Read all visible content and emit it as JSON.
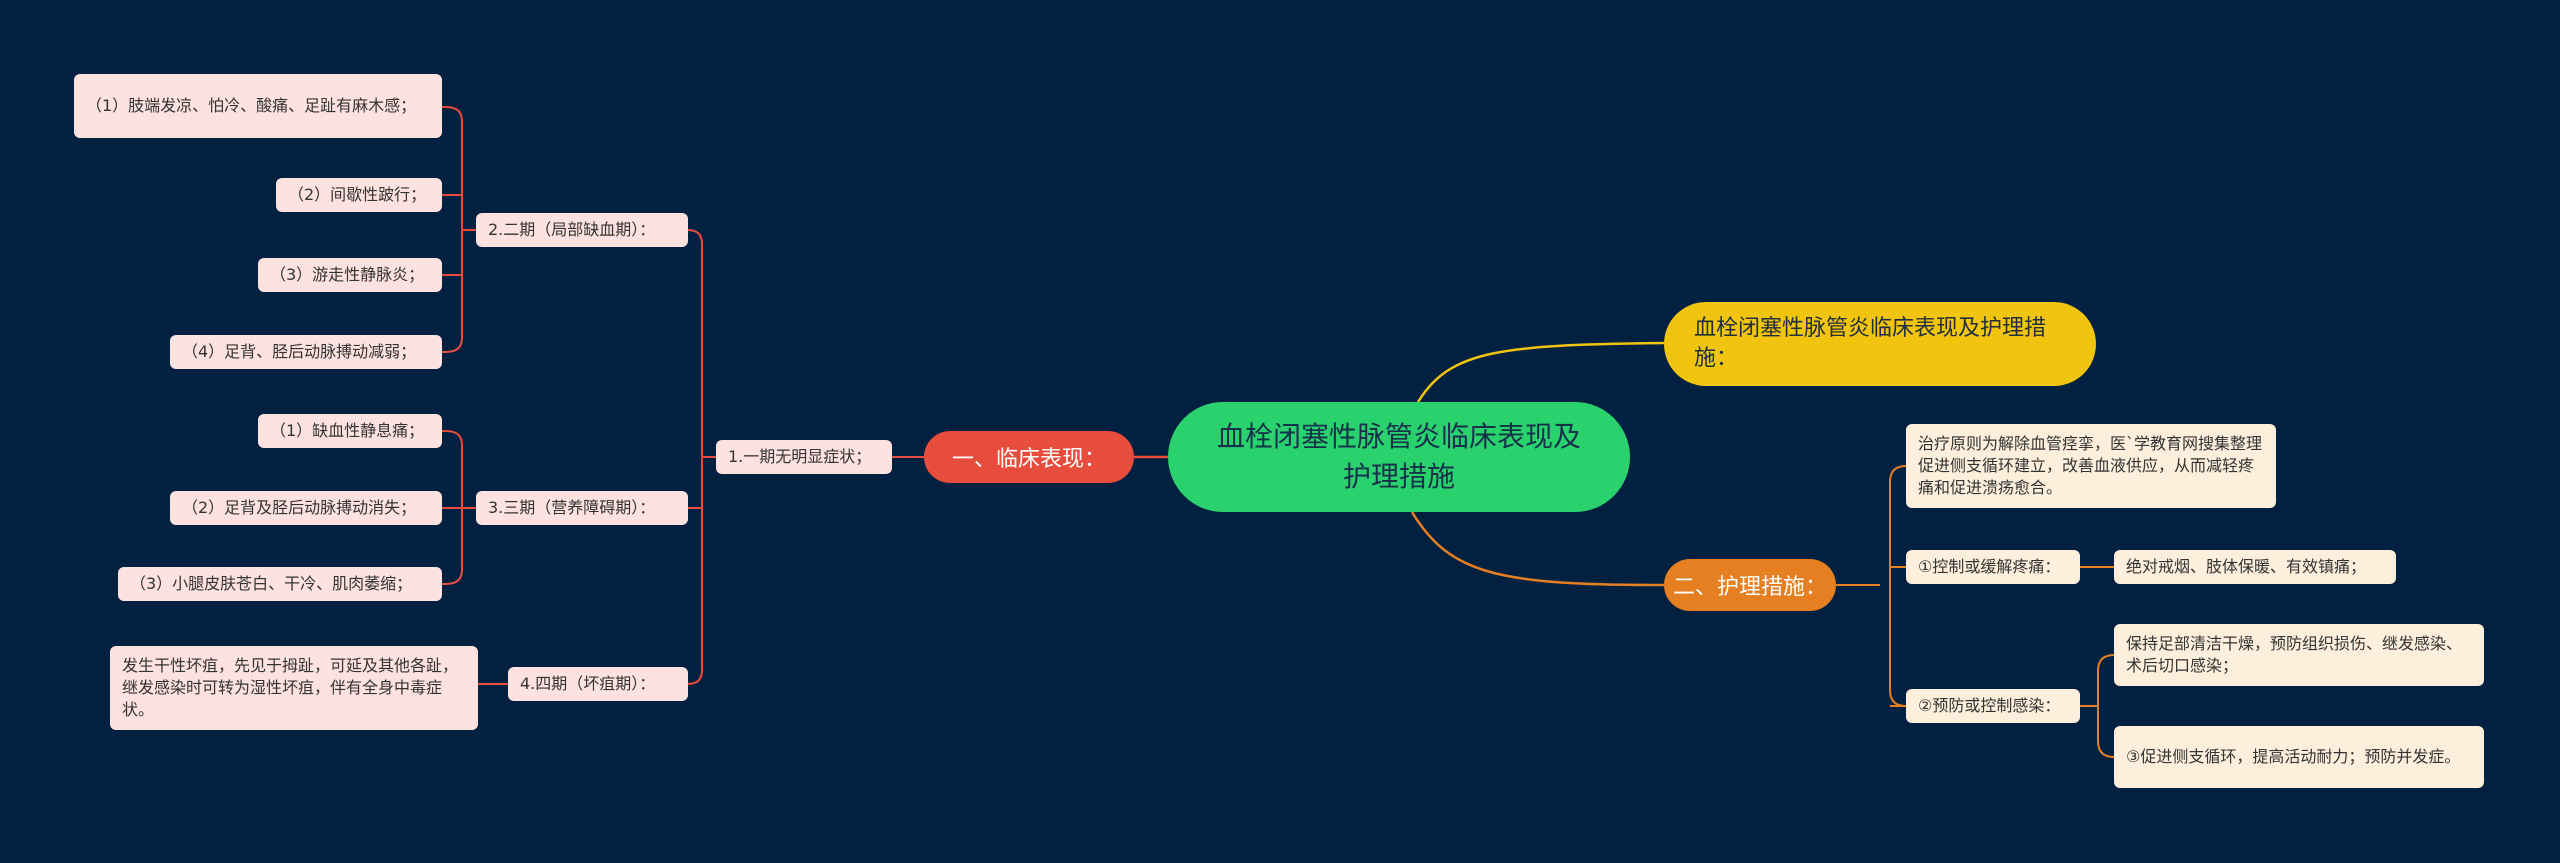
{
  "mindmap": {
    "root": "血栓闭塞性脉管炎临床表现及护理措施",
    "top_branch": "血栓闭塞性脉管炎临床表现及护理措施：",
    "clinical": {
      "label": "一、临床表现：",
      "stage1": "1.一期无明显症状；",
      "stage2": {
        "label": "2.二期（局部缺血期）：",
        "items": [
          "（1）肢端发凉、怕冷、酸痛、足趾有麻木感；",
          "（2）间歇性跛行；",
          "（3）游走性静脉炎；",
          "（4）足背、胫后动脉搏动减弱；"
        ]
      },
      "stage3": {
        "label": "3.三期（营养障碍期）：",
        "items": [
          "（1）缺血性静息痛；",
          "（2）足背及胫后动脉搏动消失；",
          "（3）小腿皮肤苍白、干冷、肌肉萎缩；"
        ]
      },
      "stage4": {
        "label": "4.四期（坏疽期）：",
        "detail": "发生干性坏疽，先见于拇趾，可延及其他各趾，继发感染时可转为湿性坏疽，伴有全身中毒症状。"
      }
    },
    "nursing": {
      "label": "二、护理措施：",
      "principle": "治疗原则为解除血管痉挛，医`学教育网搜集整理促进侧支循环建立，改善血液供应，从而减轻疼痛和促进溃疡愈合。",
      "pain": {
        "label": "①控制或缓解疼痛：",
        "detail": "绝对戒烟、肢体保暖、有效镇痛；"
      },
      "infection": {
        "label": "②预防或控制感染：",
        "items": [
          "保持足部清洁干燥，预防组织损伤、继发感染、术后切口感染；",
          "③促进侧支循环，提高活动耐力；预防并发症。"
        ]
      }
    },
    "colors": {
      "background": "#022040",
      "root": "#2ad26e",
      "yellow": "#f1c40f",
      "red": "#e74c3c",
      "orange": "#e67e22",
      "pink_leaf": "#fde2e0",
      "cream_leaf": "#fdefdc"
    }
  }
}
